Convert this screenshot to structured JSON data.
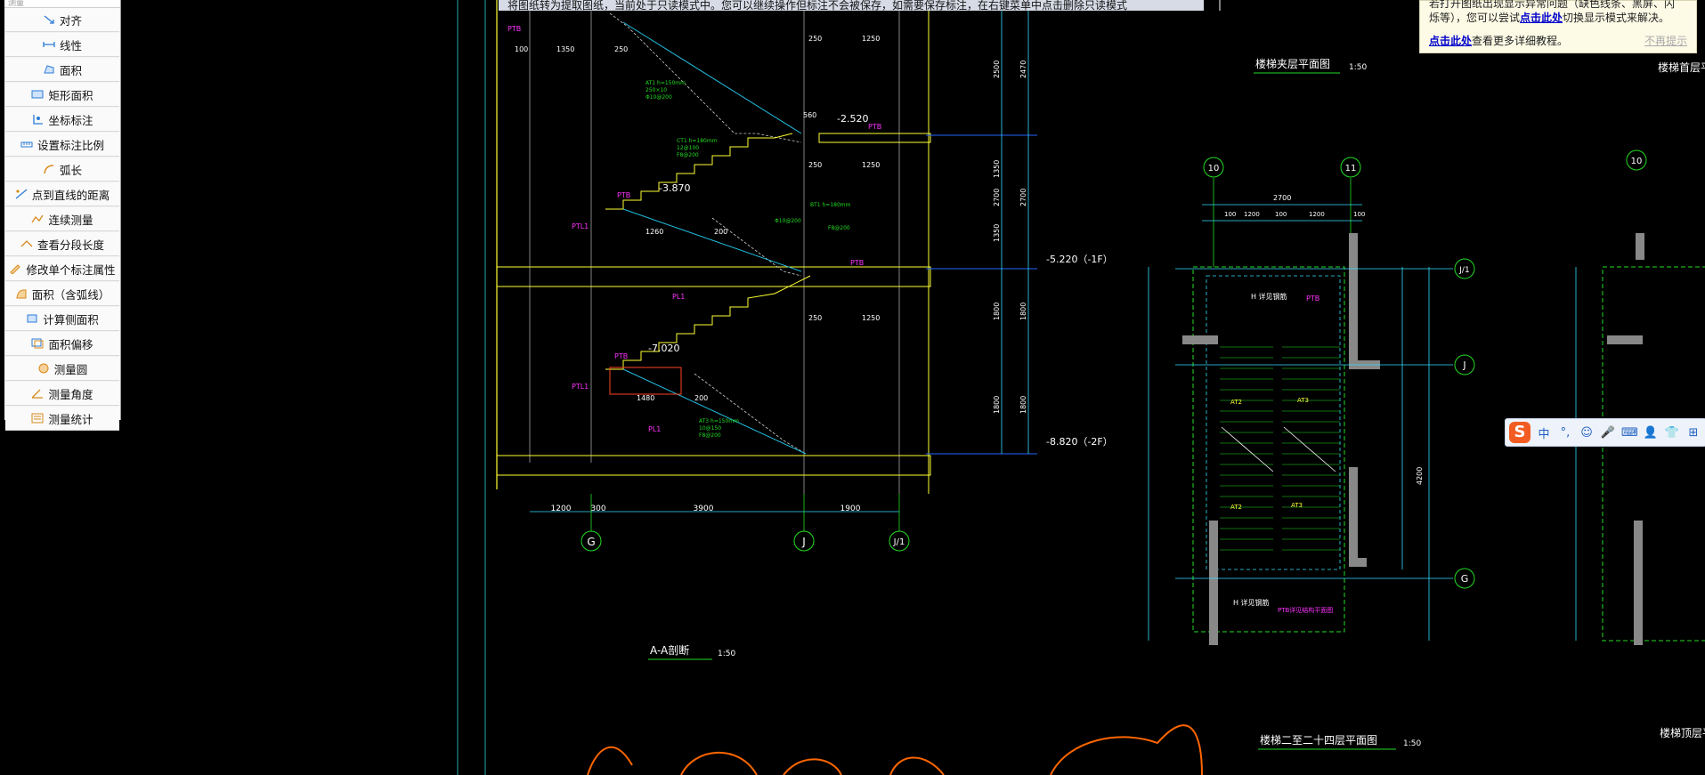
{
  "app": {
    "panel_search_placeholder": "测量",
    "tools": [
      {
        "label": "对齐",
        "icon": "align-icon"
      },
      {
        "label": "线性",
        "icon": "linear-icon"
      },
      {
        "label": "面积",
        "icon": "area-icon"
      },
      {
        "label": "矩形面积",
        "icon": "rect-area-icon"
      },
      {
        "label": "坐标标注",
        "icon": "coordinate-icon"
      },
      {
        "label": "设置标注比例",
        "icon": "scale-icon"
      },
      {
        "label": "弧长",
        "icon": "arc-icon"
      },
      {
        "label": "点到直线的距离",
        "icon": "point-line-icon"
      },
      {
        "label": "连续测量",
        "icon": "continuous-icon"
      },
      {
        "label": "查看分段长度",
        "icon": "segment-icon"
      },
      {
        "label": "修改单个标注属性",
        "icon": "edit-dim-icon"
      },
      {
        "label": "面积（含弧线）",
        "icon": "arc-area-icon"
      },
      {
        "label": "计算侧面积",
        "icon": "side-area-icon"
      },
      {
        "label": "面积偏移",
        "icon": "offset-icon"
      },
      {
        "label": "测量圆",
        "icon": "circle-icon"
      },
      {
        "label": "测量角度",
        "icon": "angle-icon"
      },
      {
        "label": "测量统计",
        "icon": "stats-icon"
      }
    ]
  },
  "banner": {
    "text": "将图纸转为提取图纸，当前处于只读模式中。您可以继续操作但标注不会被保存，如需要保存标注，在右键菜单中点击删除只读模式"
  },
  "notice": {
    "line1": "若打开图纸出现显示异常问题（缺色线条、黑屏、闪",
    "line2_prefix": "烁等），您可以尝试",
    "line2_link": "点击此处",
    "line2_suffix": "切换显示模式来解决。",
    "line3_link": "点击此处",
    "line3_suffix": "查看更多详细教程。",
    "dismiss": "不再提示"
  },
  "ime": {
    "logo": "S",
    "items": [
      "中",
      "°,",
      "☺",
      "🎤",
      "⌨",
      "👤",
      "👕",
      "⊞"
    ]
  },
  "drawing": {
    "section_title": "A-A剖断",
    "section_scale": "1:50",
    "plan_mid_title": "楼梯夹层平面图",
    "plan_mid_scale": "1:50",
    "plan_right_title": "楼梯首层平面",
    "plan_lower_title": "楼梯二至二十四层平面图",
    "plan_lower_scale": "1:50",
    "plan_lower_right": "楼梯顶层平面",
    "elevations": [
      "-2.520",
      "-3.870",
      "-5.220（-1F）",
      "-7.020",
      "-8.820（-2F）"
    ],
    "axis_bubbles": [
      "G",
      "J",
      "J/1",
      "10",
      "11",
      "J/1",
      "J",
      "G",
      "10"
    ],
    "section_dims": [
      "1200",
      "300",
      "3900",
      "1900"
    ],
    "top_dims": [
      "100",
      "1350",
      "250",
      "250",
      "1250",
      "560",
      "250",
      "1250",
      "250",
      "1250",
      "1260",
      "200",
      "1480",
      "200"
    ],
    "vertical_dims": [
      "2500",
      "2470",
      "1350",
      "2700",
      "1350",
      "2700",
      "1800",
      "1800",
      "1800",
      "1800"
    ],
    "plan_dims": [
      "2700",
      "100",
      "1200",
      "100",
      "1200",
      "100",
      "4200"
    ],
    "plan_labels": [
      "H 详见钢筋",
      "PTB",
      "AT2",
      "AT2",
      "AT3",
      "AT3",
      "PTB详见结构平面图"
    ]
  }
}
